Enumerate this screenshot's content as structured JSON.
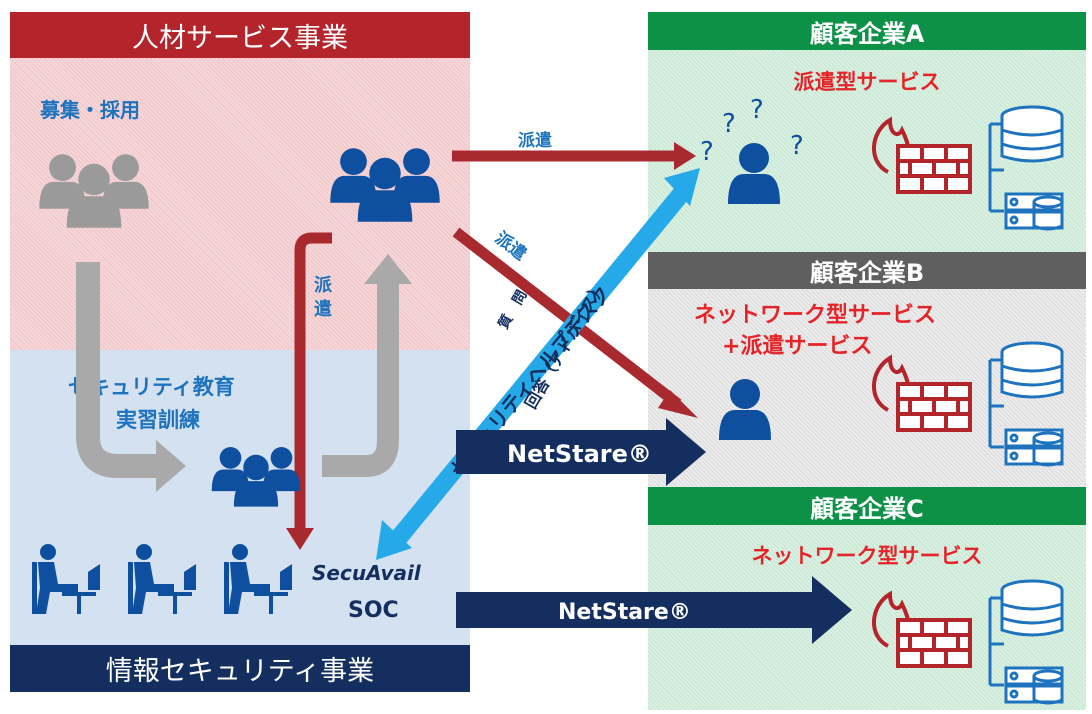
{
  "left": {
    "jinzai_title": "人材サービス事業",
    "boshu_label": "募集・採用",
    "education_line1": "セキュリティ教育",
    "education_line2": "実習訓練",
    "haken_vertical": "派遣",
    "secuavail": "SecuAvail",
    "soc": "SOC",
    "joho_title": "情報セキュリティ事業"
  },
  "customers": {
    "a": {
      "title": "顧客企業A",
      "service": "派遣型サービス"
    },
    "b": {
      "title": "顧客企業B",
      "service_line1": "ネットワーク型サービス",
      "service_line2": "+派遣サービス"
    },
    "c": {
      "title": "顧客企業C",
      "service": "ネットワーク型サービス"
    }
  },
  "arrows": {
    "haken_a": "派遣",
    "haken_b": "派遣",
    "helpdesk": "セキュリティヘルプデスク",
    "question": "質　問",
    "answer": "回答（アドバイス）",
    "netstare_b": "NetStare®",
    "netstare_c": "NetStare®"
  },
  "question_marks": [
    "?",
    "?",
    "?",
    "?"
  ],
  "colors": {
    "red_header": "#b3242b",
    "green_header": "#0d9147",
    "gray_header": "#5f5f5f",
    "navy": "#142f5f",
    "person_blue": "#0e4fa0",
    "person_gray": "#9a9a9a",
    "arrow_red": "#a82a2f",
    "helpdesk_blue": "#25a9e8",
    "service_red": "#e5242a",
    "text_blue": "#1e73be"
  }
}
